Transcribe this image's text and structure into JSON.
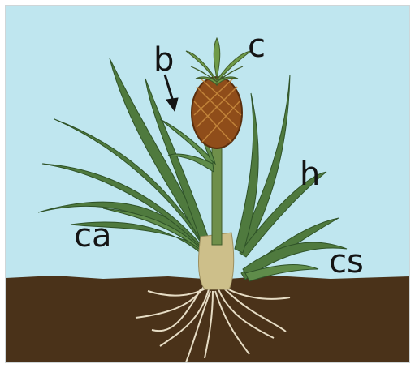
{
  "labels": {
    "b": "b",
    "c": "c",
    "h": "h",
    "ca": "ca",
    "cs": "cs"
  },
  "colors": {
    "sky": "#bfe6ef",
    "soil": "#4a3219",
    "leaf": "#4f7a3e",
    "leaf_dark": "#2f5328",
    "fruit": "#8f4d1a",
    "crown": "#6f9a48",
    "stem": "#cdbf8a",
    "root": "#e6dcc4",
    "label": "#141414"
  }
}
